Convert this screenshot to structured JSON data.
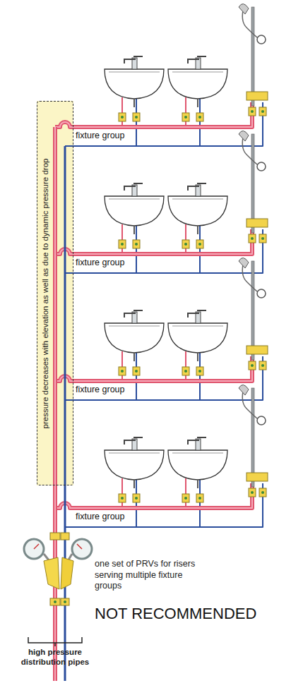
{
  "diagram": {
    "nodes": [
      {
        "text": [
          "pressure decreases with elevation as well as due to dynamic pressure drop"
        ]
      }
    ],
    "labels": [
      "fixture group",
      "fixture group",
      "fixture group",
      "fixture group",
      "one set of PRVs for risers serving multiple fixture groups",
      "NOT RECOMMENDED",
      "high pressure distribution pipes"
    ]
  }
}
